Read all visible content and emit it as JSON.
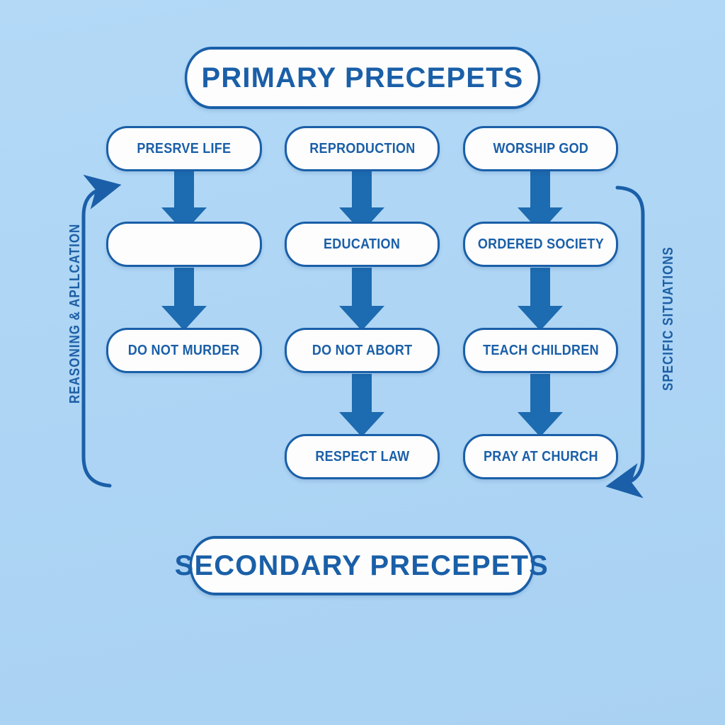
{
  "diagram": {
    "title_top": "PRIMARY PRECEPETS",
    "title_bottom": "SECONDARY PRECEPETS",
    "side_label_left": "REASONING & APLLCATION",
    "side_label_right": "SPECIFIC SITUATIONS",
    "colors": {
      "background": "#aed6f5",
      "accent": "#1a5fa8",
      "box_fill": "#fdfdfd",
      "arrow": "#1d6bb0"
    },
    "columns": [
      {
        "name": "preserve-life",
        "nodes": [
          {
            "label": "PRESRVE LIFE"
          },
          {
            "label": ""
          },
          {
            "label": "DO NOT MURDER"
          }
        ]
      },
      {
        "name": "reproduction",
        "nodes": [
          {
            "label": "REPRODUCTION"
          },
          {
            "label": "EDUCATION"
          },
          {
            "label": "DO NOT ABORT"
          },
          {
            "label": "RESPECT LAW"
          }
        ]
      },
      {
        "name": "worship-god",
        "nodes": [
          {
            "label": "WORSHIP GOD"
          },
          {
            "label": "ORDERED SOCIETY"
          },
          {
            "label": "TEACH CHILDREN"
          },
          {
            "label": "PRAY AT CHURCH"
          }
        ]
      }
    ]
  }
}
